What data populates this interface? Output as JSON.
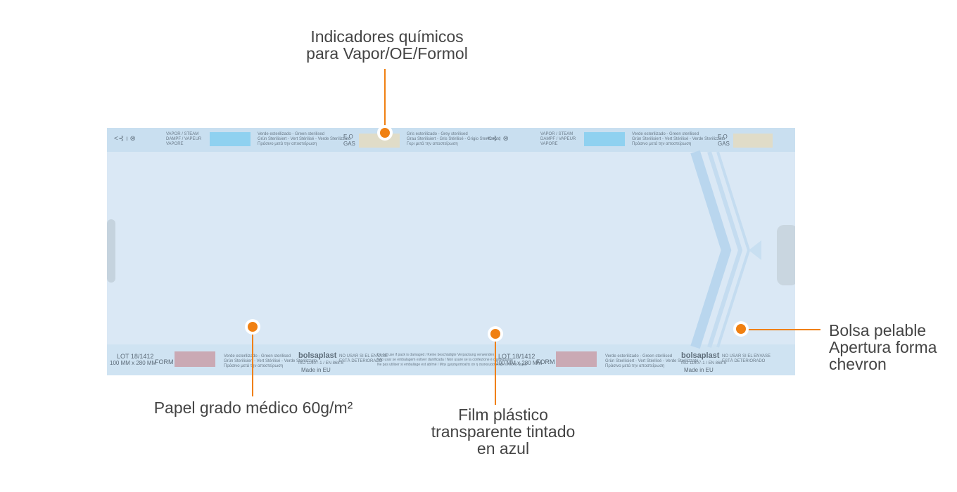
{
  "callouts": {
    "indicators": [
      "Indicadores químicos",
      "para Vapor/OE/Formol"
    ],
    "paper": [
      "Papel grado médico 60g/m²"
    ],
    "film": [
      "Film plástico",
      "transparente tintado",
      "en azul"
    ],
    "pouch": [
      "Bolsa pelable",
      "Apertura forma",
      "chevron"
    ]
  },
  "pouch_print": {
    "top": {
      "vapor": [
        "VAPOR / STEAM",
        "DAMPF / VAPEUR",
        "VAPORE"
      ],
      "green": [
        "Verde esterilizado - Green sterilised",
        "Grün Sterilisiert - Vert Stérilisé - Verde Sterilizzato",
        "Πράσινο μετά την αποστείρωση"
      ],
      "eo": [
        "E.O",
        "GAS"
      ],
      "grey": [
        "Gris esterilizado - Grey sterilised",
        "Grau Sterilisiert - Gris Stérilisé - Grigio Sterilizzato",
        "Γκρι μετά την αποστείρωση"
      ]
    },
    "bottom": {
      "lot": "LOT 18/1412",
      "size": "100 MM x 280 MM",
      "form": "FORM",
      "green": [
        "Verde esterilizado - Green sterilised",
        "Grün Sterilisiert - Vert Stérilisé - Verde Sterilizzato",
        "Πράσινο μετά την αποστείρωση"
      ],
      "brand": "bolsaplast",
      "iso": "ISO 11607-1 / EN 868-5",
      "made": "Made in EU",
      "warning": [
        "NO USAR SI EL ENVASE",
        "ESTÁ DETERIORADO"
      ],
      "damaged": [
        "Do not use if pack is damaged / Keine beschädigte Verpackung verwenden",
        "Não usar se embalagem estiver danificada / Non usare se la confezione è danneggiata",
        "Ne pas utiliser si emballage est abîmé / Μην χρησιμοποιείτε αν η συσκευασία έχει υποστεί ζημιά"
      ]
    }
  },
  "colors": {
    "accent": "#f08012",
    "pouch": "#d6e7f4",
    "indicator_blue": "#8fd1f0",
    "indicator_eo": "#e0dcc8",
    "indicator_form": "#caa9b4"
  }
}
